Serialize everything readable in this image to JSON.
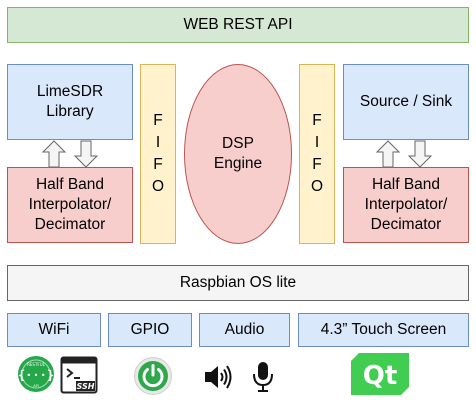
{
  "top_bar": {
    "label": "WEB REST API"
  },
  "left_column": {
    "library_label_line1": "LimeSDR",
    "library_label_line2": "Library",
    "filter_line1": "Half Band",
    "filter_line2": "Interpolator/",
    "filter_line3": "Decimator"
  },
  "fifo_left": {
    "letters": [
      "F",
      "I",
      "F",
      "O"
    ]
  },
  "fifo_right": {
    "letters": [
      "F",
      "I",
      "F",
      "O"
    ]
  },
  "dsp": {
    "line1": "DSP",
    "line2": "Engine"
  },
  "right_column": {
    "source_label": "Source / Sink",
    "filter_line1": "Half Band",
    "filter_line2": "Interpolator/",
    "filter_line3": "Decimator"
  },
  "os_bar": {
    "label": "Raspbian OS lite"
  },
  "hardware": {
    "wifi": "WiFi",
    "gpio": "GPIO",
    "audio": "Audio",
    "screen": "4.3” Touch Screen"
  },
  "icons": {
    "ssh_label": "SSH",
    "qt_label": "Qt",
    "colors": {
      "qt_green": "#41cd52",
      "power_green": "#2ea84a",
      "rest_green": "#25a84a"
    }
  }
}
